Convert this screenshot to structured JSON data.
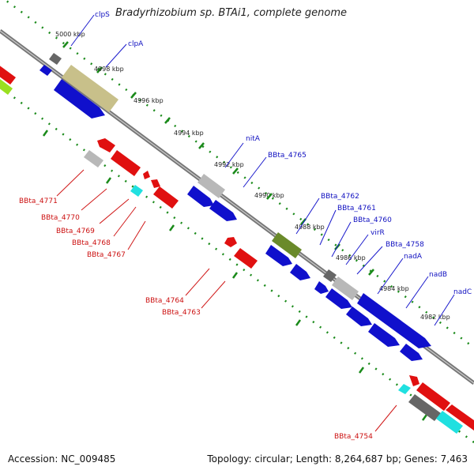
{
  "title": "Bradyrhizobium sp. BTAi1, complete genome",
  "footer": {
    "accession": "Accession: NC_009485",
    "summary": "Topology: circular; Length: 8,264,687 bp; Genes: 7,463"
  },
  "colors": {
    "forward_label": "#1010c0",
    "reverse_label": "#cc1010",
    "leader_forward": "#1a1acc",
    "leader_reverse": "#d01818",
    "backbone": "#888888",
    "ruler_tick": "#1a8a1a",
    "gene_blue": "#1010cc",
    "gene_red": "#e01010",
    "gene_gray": "#b8b8b8",
    "gene_darkgray": "#666666",
    "gene_olive": "#c8c08a",
    "gene_darkgreen": "#6a8a2a",
    "gene_cyan": "#20e0e0",
    "gene_lime": "#9ae020"
  },
  "scale_labels": [
    "5000 kbp",
    "4998 kbp",
    "4996 kbp",
    "4994 kbp",
    "4992 kbp",
    "4990 kbp",
    "4988 kbp",
    "4986 kbp",
    "4984 kbp",
    "4982 kbp"
  ],
  "forward_genes": [
    "clpS",
    "clpA",
    "nitA",
    "BBta_4765",
    "BBta_4762",
    "BBta_4761",
    "BBta_4760",
    "virR",
    "BBta_4758",
    "nadA",
    "nadB",
    "nadC"
  ],
  "reverse_genes": [
    "BBta_4771",
    "BBta_4770",
    "BBta_4769",
    "BBta_4768",
    "BBta_4767",
    "BBta_4764",
    "BBta_4763",
    "BBta_4754"
  ]
}
